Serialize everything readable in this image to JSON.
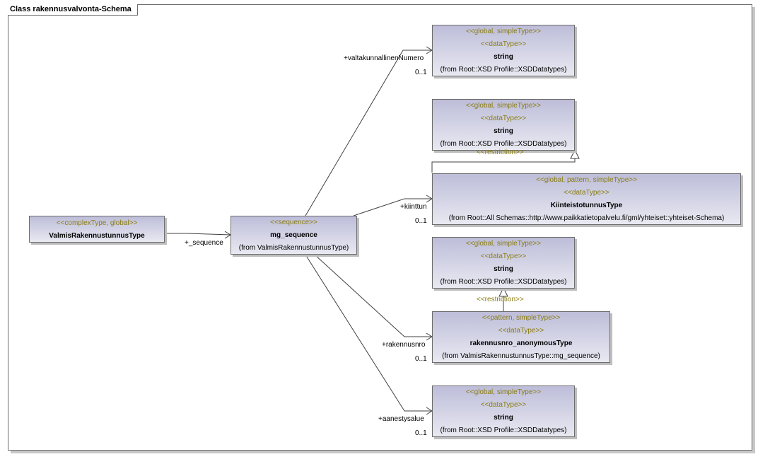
{
  "frame": {
    "title": "Class rakennusvalvonta-Schema"
  },
  "classes": {
    "valmis": {
      "stereotype": "<<complexType, global>>",
      "name": "ValmisRakennustunnusType"
    },
    "mg_sequence": {
      "stereotype": "<<sequence>>",
      "name": "mg_sequence",
      "from": "(from ValmisRakennustunnusType)"
    },
    "string1": {
      "stereotype1": "<<global, simpleType>>",
      "stereotype2": "<<dataType>>",
      "name": "string",
      "from": "(from Root::XSD Profile::XSDDatatypes)"
    },
    "string2": {
      "stereotype1": "<<global, simpleType>>",
      "stereotype2": "<<dataType>>",
      "name": "string",
      "from": "(from Root::XSD Profile::XSDDatatypes)"
    },
    "kiinteisto": {
      "stereotype1": "<<global, pattern, simpleType>>",
      "stereotype2": "<<dataType>>",
      "name": "KiinteistotunnusType",
      "from": "(from Root::All Schemas::http://www.paikkatietopalvelu.fi/gml/yhteiset::yhteiset-Schema)"
    },
    "string3": {
      "stereotype1": "<<global, simpleType>>",
      "stereotype2": "<<dataType>>",
      "name": "string",
      "from": "(from Root::XSD Profile::XSDDatatypes)"
    },
    "rakennusnro": {
      "stereotype1": "<<pattern, simpleType>>",
      "stereotype2": "<<dataType>>",
      "name": "rakennusnro_anonymousType",
      "from": "(from ValmisRakennustunnusType::mg_sequence)"
    },
    "string4": {
      "stereotype1": "<<global, simpleType>>",
      "stereotype2": "<<dataType>>",
      "name": "string",
      "from": "(from Root::XSD Profile::XSDDatatypes)"
    }
  },
  "associations": {
    "sequence": {
      "role": "+_sequence"
    },
    "valtakunnallinen": {
      "role": "+valtakunnallinenNumero",
      "multiplicity": "0..1"
    },
    "kiinttun": {
      "role": "+kiinttun",
      "multiplicity": "0..1"
    },
    "rakennusnro": {
      "role": "+rakennusnro",
      "multiplicity": "0..1"
    },
    "aanestysalue": {
      "role": "+aanestysalue",
      "multiplicity": "0..1"
    }
  },
  "generalizations": {
    "restriction1": "<<restriction>>",
    "restriction2": "<<restriction>>"
  }
}
